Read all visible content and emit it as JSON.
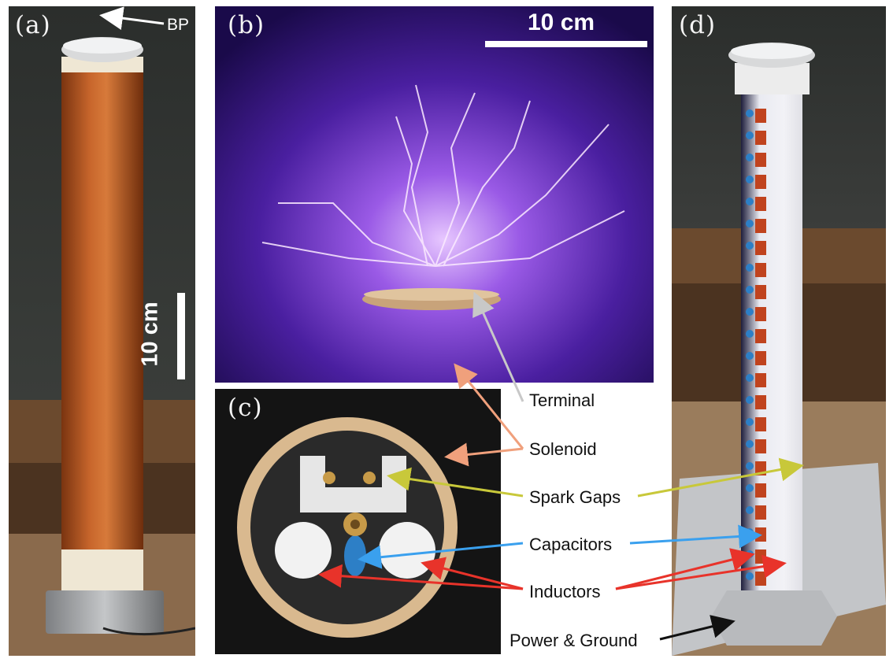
{
  "panels": {
    "a": {
      "label": "(a)",
      "tag": "BP",
      "scale": "10 cm"
    },
    "b": {
      "label": "(b)",
      "scale": "10 cm"
    },
    "c": {
      "label": "(c)"
    },
    "d": {
      "label": "(d)"
    }
  },
  "callouts": {
    "terminal": "Terminal",
    "solenoid": "Solenoid",
    "spark_gaps": "Spark Gaps",
    "capacitors": "Capacitors",
    "inductors": "Inductors",
    "power_ground": "Power & Ground"
  },
  "colors": {
    "terminal_arrow": "#c8c8c8",
    "solenoid_arrow": "#f0a07c",
    "spark_gaps_arrow": "#c8c83a",
    "capacitors_arrow": "#3aa0ee",
    "inductors_arrow": "#e8332a",
    "power_ground_arrow": "#111111"
  }
}
